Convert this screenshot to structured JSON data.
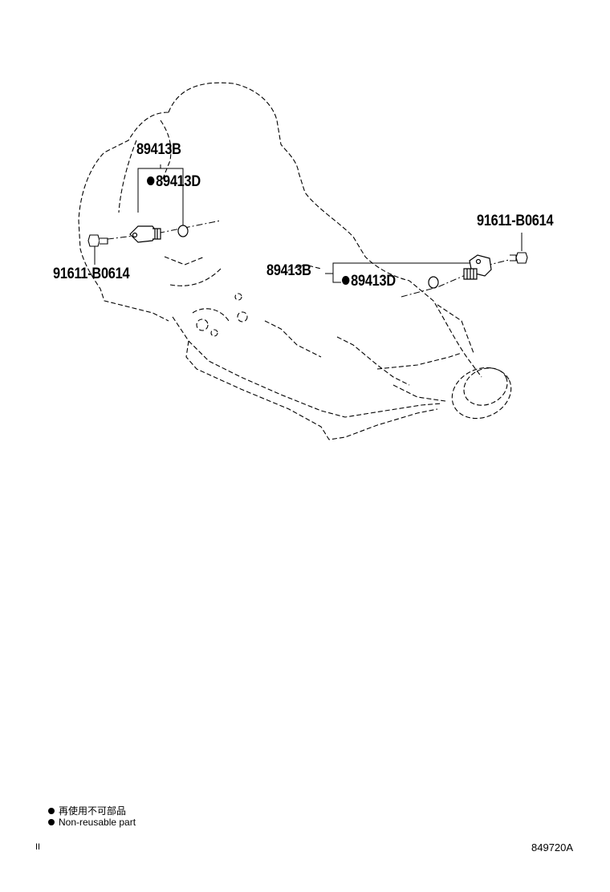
{
  "callouts": {
    "left_sensor": "89413B",
    "left_oring": "89413D",
    "left_bolt": "91611-B0614",
    "right_sensor": "89413B",
    "right_oring": "89413D",
    "right_bolt": "91611-B0614"
  },
  "legend": {
    "jp": "再使用不可部品",
    "en": "Non-reusable part"
  },
  "footer": {
    "left_mark": "II",
    "figure_code": "849720A"
  }
}
